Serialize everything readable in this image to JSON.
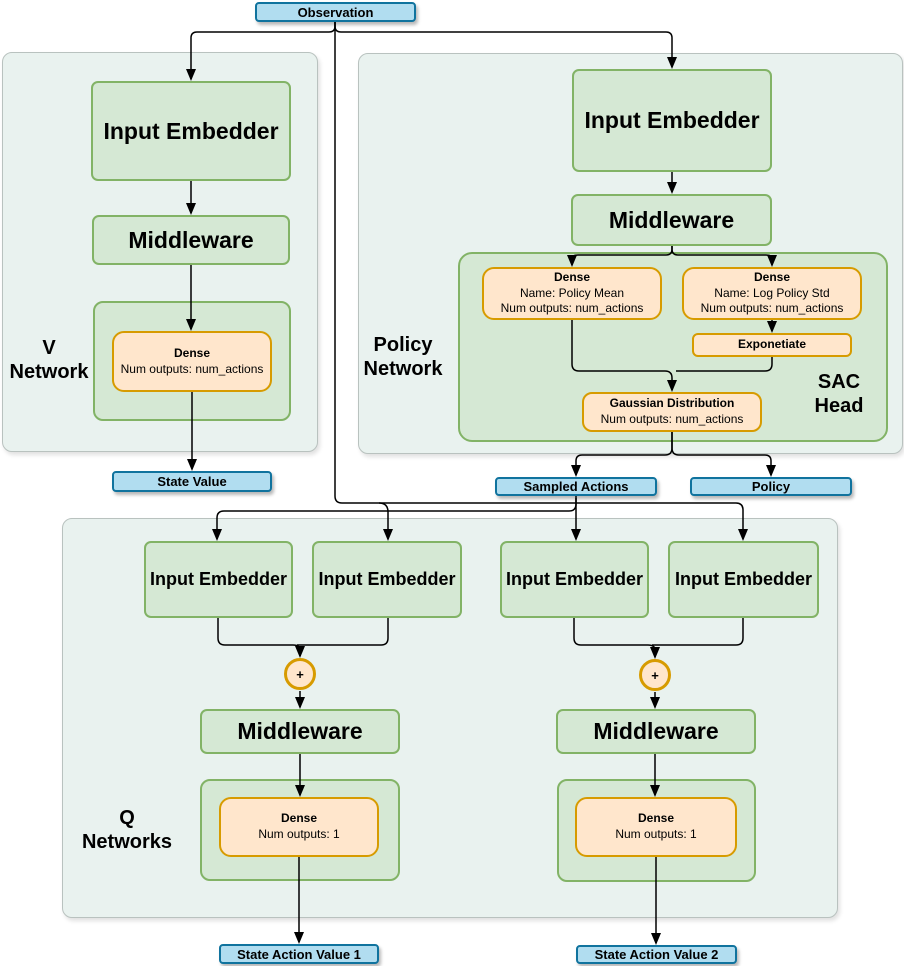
{
  "observation": {
    "label": "Observation"
  },
  "v_network": {
    "label_line1": "V",
    "label_line2": "Network",
    "input_embedder": "Input Embedder",
    "middleware": "Middleware",
    "dense": {
      "title": "Dense",
      "outputs": "Num outputs: num_actions"
    },
    "output": "State Value"
  },
  "policy_network": {
    "label_line1": "Policy",
    "label_line2": "Network",
    "input_embedder": "Input Embedder",
    "middleware": "Middleware",
    "sac_head": {
      "label_line1": "SAC",
      "label_line2": "Head",
      "dense_mean": {
        "title": "Dense",
        "name": "Name: Policy Mean",
        "outputs": "Num outputs: num_actions"
      },
      "dense_log_std": {
        "title": "Dense",
        "name": "Name: Log Policy Std",
        "outputs": "Num outputs: num_actions"
      },
      "exponentiate": "Exponetiate",
      "gaussian": {
        "title": "Gaussian Distribution",
        "outputs": "Num outputs: num_actions"
      }
    },
    "outputs": {
      "sampled_actions": "Sampled Actions",
      "policy": "Policy"
    }
  },
  "q_networks": {
    "label_line1": "Q",
    "label_line2": "Networks",
    "input_embedder": "Input Embedder",
    "middleware": "Middleware",
    "plus_symbol": "+",
    "dense": {
      "title": "Dense",
      "outputs": "Num outputs: 1"
    },
    "outputs": {
      "value1": "State Action Value 1",
      "value2": "State Action Value 2"
    }
  },
  "colors": {
    "node_green_fill": "#d5e8d4",
    "node_green_stroke": "#82b366",
    "node_orange_fill": "#ffe6cc",
    "node_orange_stroke": "#d79b00",
    "node_blue_fill": "#b1ddf0",
    "node_blue_stroke": "#10739e",
    "container_fill": "#e9f2ef",
    "connector": "#000000"
  }
}
